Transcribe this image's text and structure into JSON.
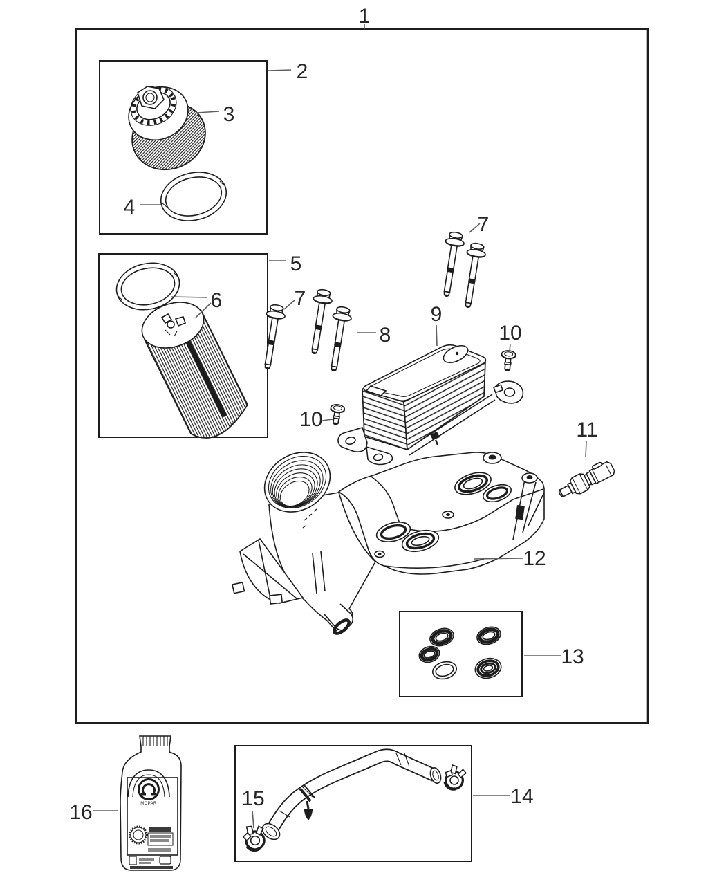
{
  "diagram": {
    "kind": "exploded-parts-diagram",
    "subject": "Engine oil filter housing, oil cooler and related parts",
    "background_color": "#ffffff",
    "line_color": "#1d1d1d",
    "leader_color": "#5f5f5f",
    "callouts": [
      {
        "num": "1",
        "part": "complete assembly"
      },
      {
        "num": "2",
        "part": "oil filter cap kit box"
      },
      {
        "num": "3",
        "part": "oil filter cap"
      },
      {
        "num": "4",
        "part": "cap o-ring"
      },
      {
        "num": "5",
        "part": "oil filter kit box"
      },
      {
        "num": "6",
        "part": "filter element and o-ring"
      },
      {
        "num": "7",
        "part": "bolt left"
      },
      {
        "num": "8",
        "part": "long bolt"
      },
      {
        "num": "7",
        "part": "bolts upper right"
      },
      {
        "num": "9",
        "part": "engine oil cooler"
      },
      {
        "num": "10",
        "part": "screw upper right"
      },
      {
        "num": "10",
        "part": "screw lower left"
      },
      {
        "num": "11",
        "part": "oil pressure sensor"
      },
      {
        "num": "12",
        "part": "oil filter housing adapter"
      },
      {
        "num": "13",
        "part": "seal kit box"
      },
      {
        "num": "14",
        "part": "oil cooler hose"
      },
      {
        "num": "15",
        "part": "hose clamp"
      },
      {
        "num": "16",
        "part": "engine oil bottle"
      }
    ],
    "bottle": {
      "brand": "MOPAR"
    }
  }
}
